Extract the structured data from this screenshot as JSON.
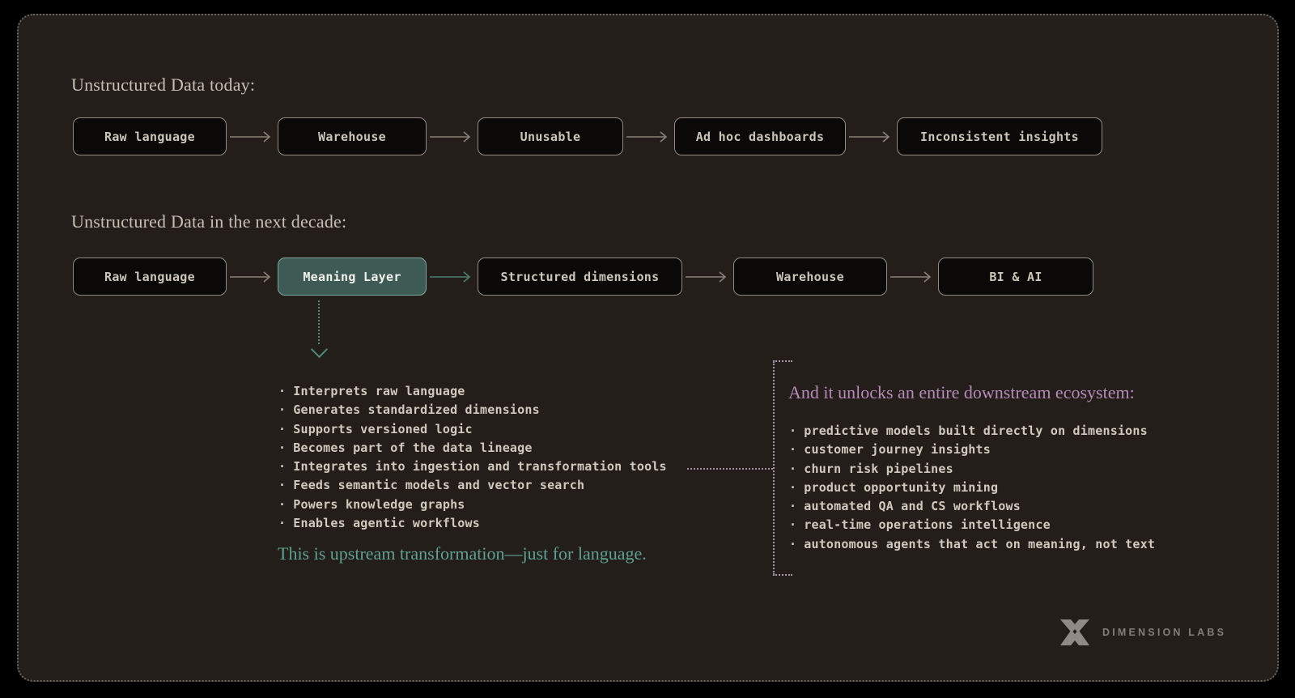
{
  "bullet_glyph": "·",
  "sections": {
    "today": {
      "heading": "Unstructured Data today:",
      "steps": [
        "Raw language",
        "Warehouse",
        "Unusable",
        "Ad hoc dashboards",
        "Inconsistent insights"
      ]
    },
    "future": {
      "heading": "Unstructured Data in the next decade:",
      "steps": [
        "Raw language",
        "Meaning Layer",
        "Structured dimensions",
        "Warehouse",
        "BI & AI"
      ],
      "highlighted_step": "Meaning Layer"
    }
  },
  "meaning_layer": {
    "capabilities": [
      "Interprets raw language",
      "Generates standardized dimensions",
      "Supports versioned logic",
      "Becomes part of the data lineage",
      "Integrates into ingestion and transformation tools",
      "Feeds semantic models and vector search",
      "Powers knowledge graphs",
      "Enables agentic workflows"
    ],
    "tagline": "This is upstream transformation—just for language."
  },
  "downstream": {
    "heading": "And it unlocks an entire downstream ecosystem:",
    "items": [
      "predictive models built directly on dimensions",
      "customer journey insights",
      "churn risk pipelines",
      "product opportunity mining",
      "automated QA and CS workflows",
      "real-time operations intelligence",
      "autonomous agents that act on meaning, not text"
    ]
  },
  "footer": {
    "brand": "DIMENSION LABS"
  },
  "colors": {
    "background": "#000000",
    "panel_background": "#231e1a",
    "panel_border": "#6b655e",
    "box_background": "#0a0907",
    "box_border": "#918b81",
    "box_text": "#ccc6ba",
    "highlight_background": "#3e5a54",
    "highlight_border": "#7ea89d",
    "accent_teal": "#5fa193",
    "accent_purple": "#b78ab9",
    "bracket_dots": "#a796a7"
  }
}
